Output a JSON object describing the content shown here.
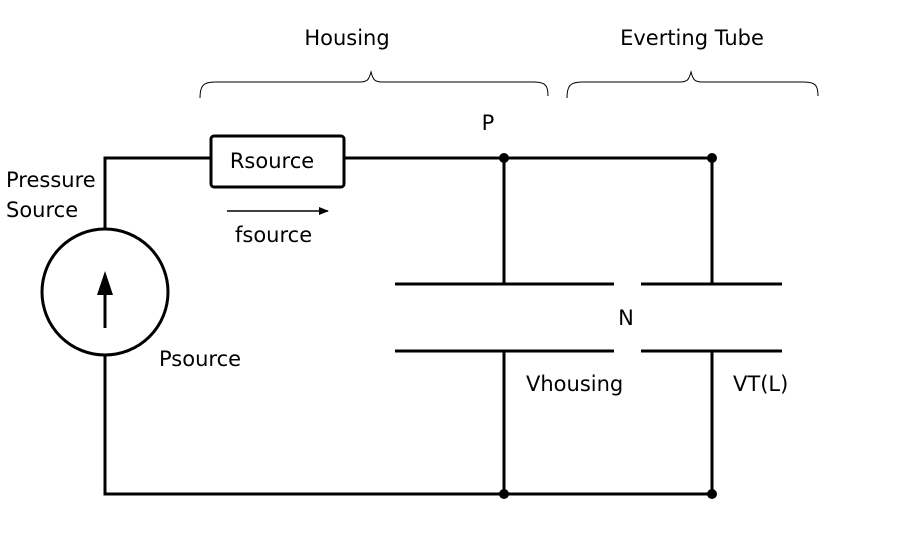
{
  "labels": {
    "housing": "Housing",
    "everting_tube": "Everting Tube",
    "node_p": "P",
    "resistor": "Rsource",
    "pressure_source_line1": "Pressure",
    "pressure_source_line2": "Source",
    "flow": "fsource",
    "psource": "Psource",
    "node_n": "N",
    "vhousing": "Vhousing",
    "vt": "VT(L)"
  },
  "colors": {
    "ink": "#000000",
    "background": "#ffffff"
  }
}
